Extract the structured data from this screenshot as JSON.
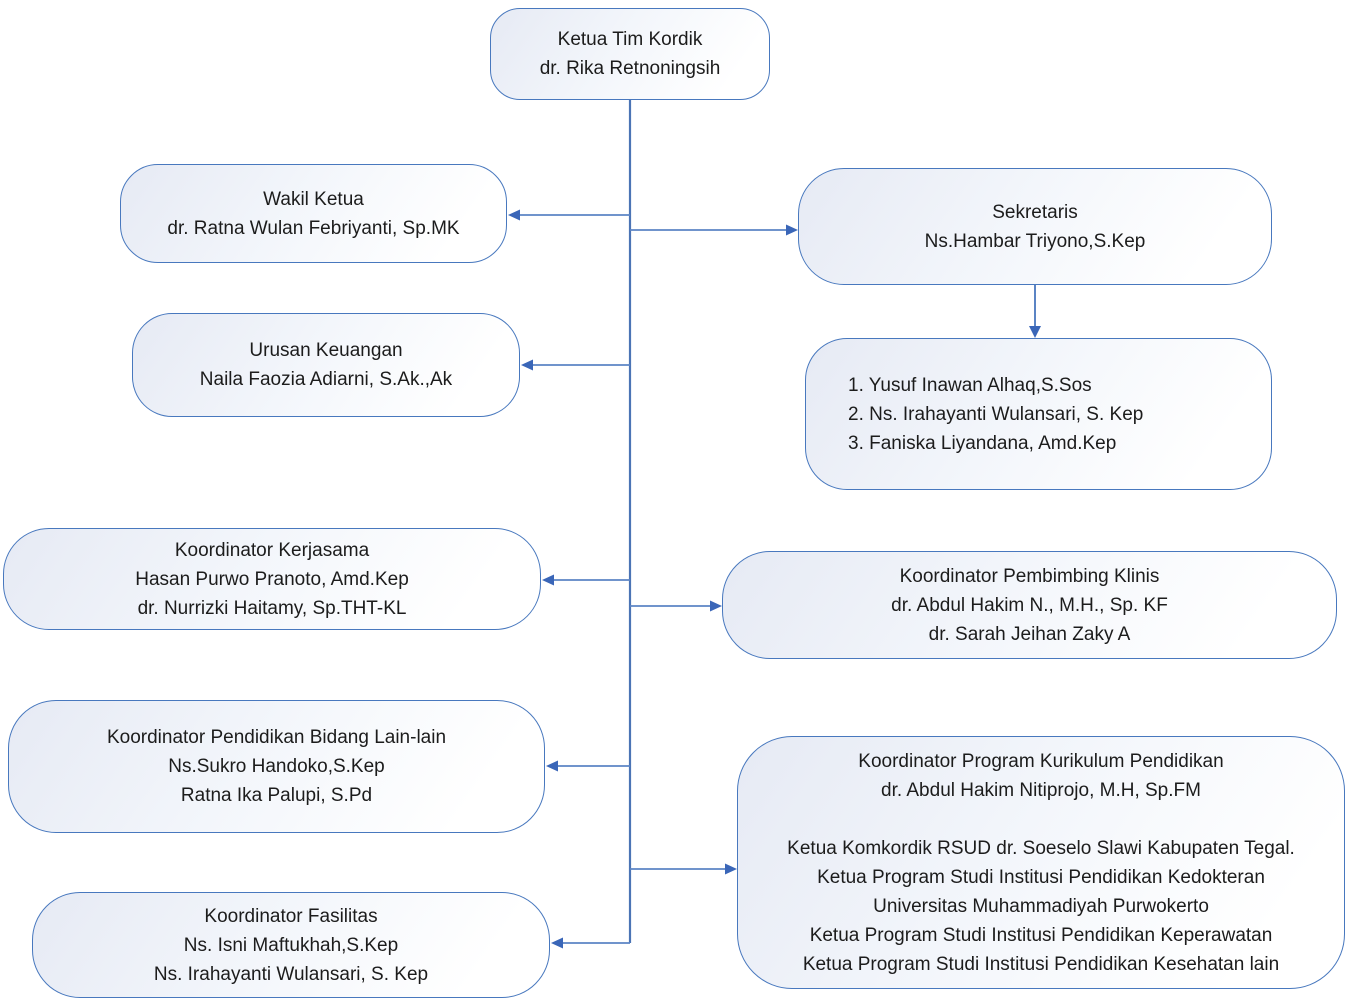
{
  "colors": {
    "box_border": "#4878BE",
    "box_fill_start": "#E6EAF4",
    "box_fill_mid": "#F3F6FB",
    "box_fill_end": "#FFFFFF",
    "connector_line": "#5B84C4",
    "connector_trunk": "#4B74B5",
    "arrow_fill": "#3A66B8",
    "text": "#1C1C1C",
    "background": "#FFFFFF"
  },
  "nodes": {
    "ketua": {
      "lines": [
        "Ketua Tim Kordik",
        "dr. Rika Retnoningsih"
      ]
    },
    "wakil": {
      "lines": [
        "Wakil Ketua",
        "dr. Ratna Wulan Febriyanti, Sp.MK"
      ]
    },
    "sekretaris": {
      "lines": [
        "Sekretaris",
        "Ns.Hambar Triyono,S.Kep"
      ]
    },
    "urusan_keuangan": {
      "lines": [
        "Urusan Keuangan",
        "Naila Faozia Adiarni, S.Ak.,Ak"
      ]
    },
    "sekretariat_staff": {
      "lines": [
        "1. Yusuf Inawan Alhaq,S.Sos",
        "2. Ns. Irahayanti Wulansari, S. Kep",
        "3. Faniska Liyandana, Amd.Kep"
      ]
    },
    "kerjasama": {
      "lines": [
        "Koordinator Kerjasama",
        "Hasan Purwo Pranoto, Amd.Kep",
        "dr. Nurrizki Haitamy, Sp.THT-KL"
      ]
    },
    "pembimbing_klinis": {
      "lines": [
        "Koordinator Pembimbing Klinis",
        "dr. Abdul Hakim N., M.H., Sp. KF",
        "dr. Sarah Jeihan Zaky A"
      ]
    },
    "pendidikan_lain": {
      "lines": [
        "Koordinator Pendidikan Bidang Lain-lain",
        "Ns.Sukro Handoko,S.Kep",
        "Ratna Ika Palupi, S.Pd"
      ]
    },
    "program_kurikulum": {
      "lines": [
        "Koordinator Program Kurikulum Pendidikan",
        "dr. Abdul Hakim Nitiprojo, M.H, Sp.FM"
      ],
      "detail_lines": [
        "Ketua Komkordik RSUD dr. Soeselo Slawi Kabupaten Tegal.",
        "Ketua Program Studi Institusi Pendidikan Kedokteran",
        "Universitas Muhammadiyah Purwokerto",
        "Ketua Program Studi Institusi Pendidikan Keperawatan",
        "Ketua Program Studi Institusi Pendidikan Kesehatan lain"
      ]
    },
    "fasilitas": {
      "lines": [
        "Koordinator Fasilitas",
        "Ns. Isni Maftukhah,S.Kep",
        "Ns. Irahayanti Wulansari, S. Kep"
      ]
    }
  }
}
